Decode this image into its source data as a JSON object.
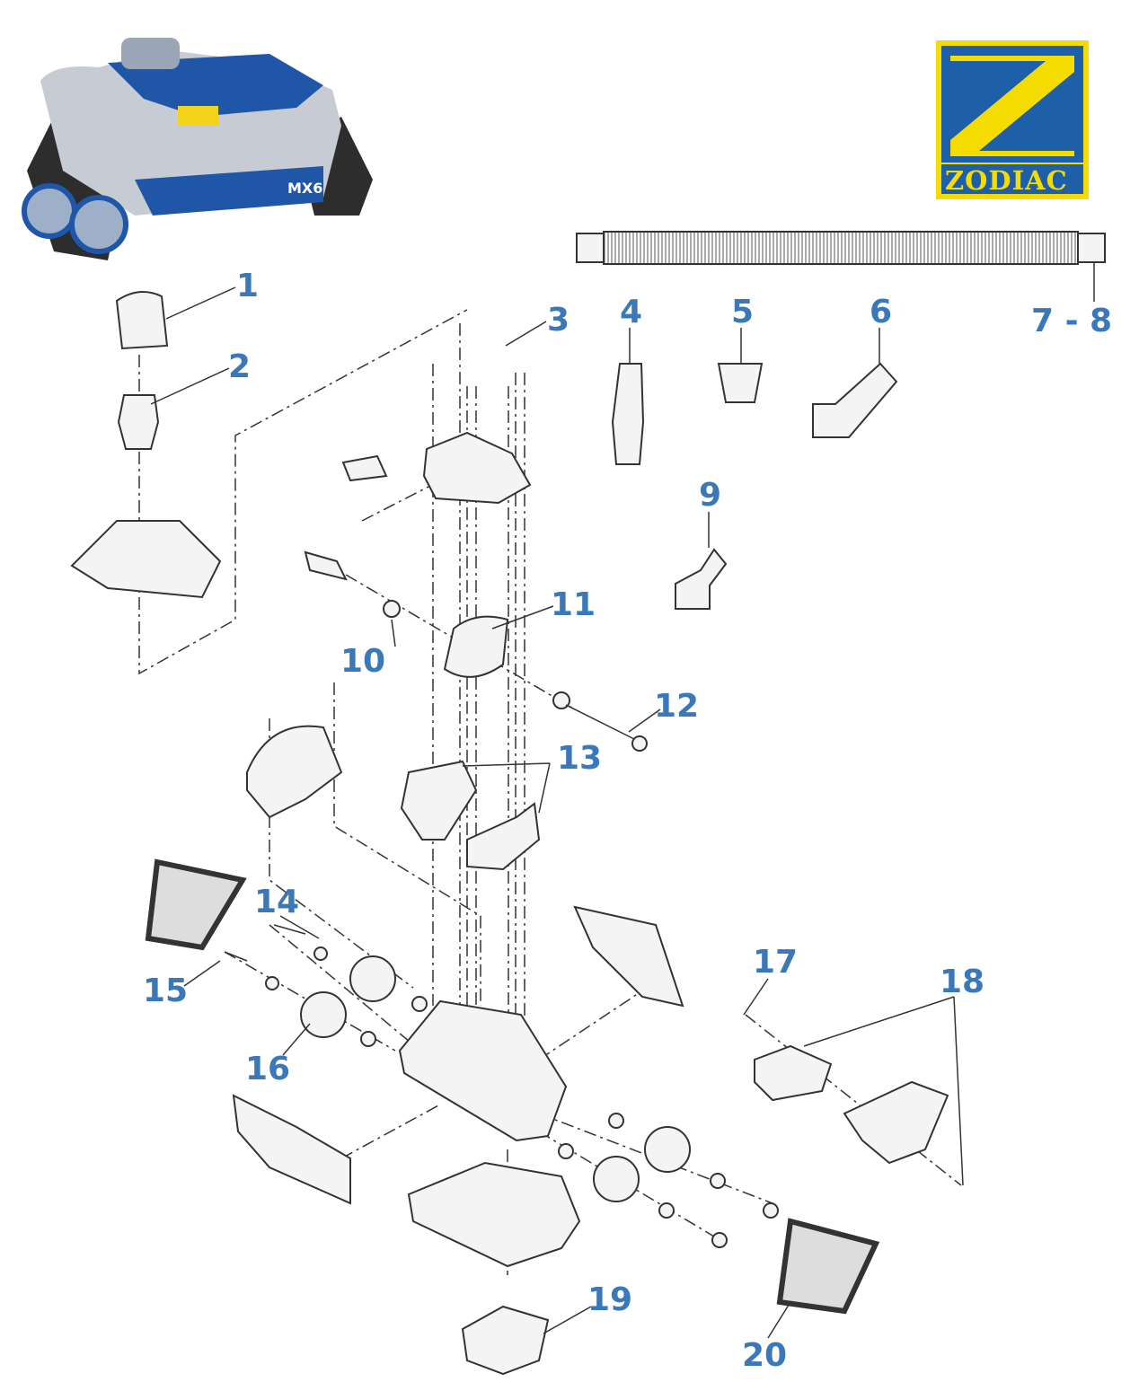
{
  "brand": {
    "name": "ZODIAC",
    "model": "MX6",
    "colors": {
      "logo_blue": "#1d5fa9",
      "logo_yellow": "#f5dc00",
      "label_blue": "#3b78b8"
    }
  },
  "parts": [
    {
      "label": "1"
    },
    {
      "label": "2"
    },
    {
      "label": "3"
    },
    {
      "label": "4"
    },
    {
      "label": "5"
    },
    {
      "label": "6"
    },
    {
      "label": "7 - 8"
    },
    {
      "label": "9"
    },
    {
      "label": "10"
    },
    {
      "label": "11"
    },
    {
      "label": "12"
    },
    {
      "label": "13"
    },
    {
      "label": "14"
    },
    {
      "label": "15"
    },
    {
      "label": "16"
    },
    {
      "label": "17"
    },
    {
      "label": "18"
    },
    {
      "label": "19"
    },
    {
      "label": "20"
    }
  ]
}
